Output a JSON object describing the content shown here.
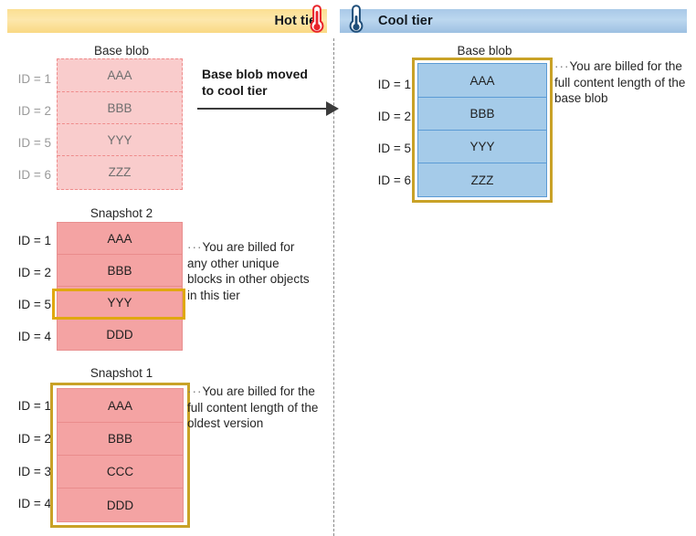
{
  "tiers": {
    "hot": {
      "label": "Hot tier",
      "icon": "thermometer-hot-icon",
      "color": "#f9d983"
    },
    "cool": {
      "label": "Cool tier",
      "icon": "thermometer-cool-icon",
      "color": "#a9c9e8"
    }
  },
  "transition": {
    "label_line1": "Base blob moved",
    "label_line2": "to cool tier",
    "arrow": "arrow-right-icon"
  },
  "hot_tier": {
    "base_blob": {
      "title": "Base blob",
      "style": "faded-dashed",
      "fill": "#f9cccc",
      "rows": [
        {
          "id": "ID = 1",
          "block": "AAA"
        },
        {
          "id": "ID = 2",
          "block": "BBB"
        },
        {
          "id": "ID = 5",
          "block": "YYY"
        },
        {
          "id": "ID = 6",
          "block": "ZZZ"
        }
      ]
    },
    "snapshot2": {
      "title": "Snapshot 2",
      "fill": "#f4a3a3",
      "highlight_row_index": 2,
      "rows": [
        {
          "id": "ID = 1",
          "block": "AAA"
        },
        {
          "id": "ID = 2",
          "block": "BBB"
        },
        {
          "id": "ID = 5",
          "block": "YYY"
        },
        {
          "id": "ID = 4",
          "block": "DDD"
        }
      ],
      "note": "You are billed for any other unique blocks in other objects in this tier"
    },
    "snapshot1": {
      "title": "Snapshot 1",
      "fill": "#f4a3a3",
      "framed": true,
      "rows": [
        {
          "id": "ID = 1",
          "block": "AAA"
        },
        {
          "id": "ID = 2",
          "block": "BBB"
        },
        {
          "id": "ID = 3",
          "block": "CCC"
        },
        {
          "id": "ID = 4",
          "block": "DDD"
        }
      ],
      "note": "You are billed for the full content length of the oldest version"
    }
  },
  "cool_tier": {
    "base_blob": {
      "title": "Base blob",
      "fill": "#a5cbe9",
      "framed": true,
      "rows": [
        {
          "id": "ID = 1",
          "block": "AAA"
        },
        {
          "id": "ID = 2",
          "block": "BBB"
        },
        {
          "id": "ID = 5",
          "block": "YYY"
        },
        {
          "id": "ID = 6",
          "block": "ZZZ"
        }
      ],
      "note": "You are billed for the full content length of the base blob"
    }
  },
  "accents": {
    "gold": "#c9a227",
    "gold_bright": "#e0a810",
    "dashed_red": "#ef8b8b",
    "blue_border": "#5b9bd5"
  }
}
